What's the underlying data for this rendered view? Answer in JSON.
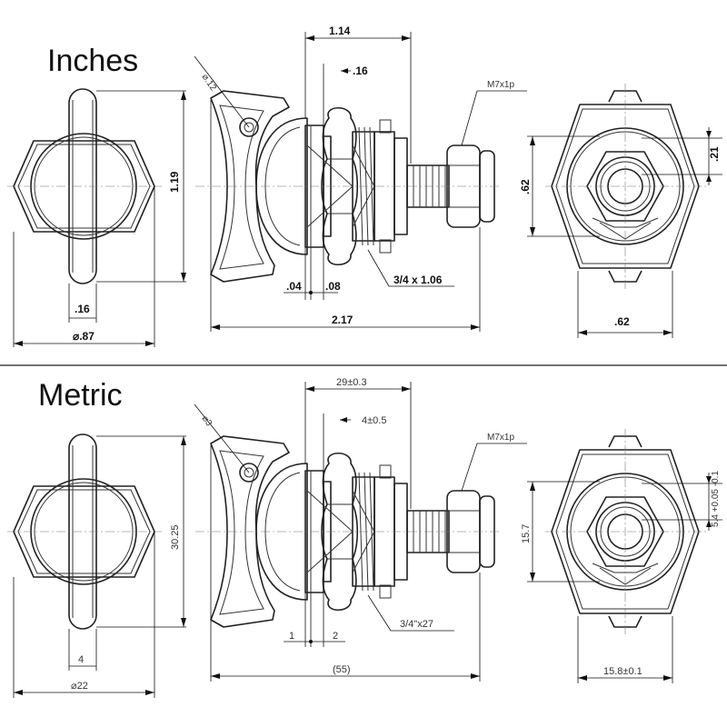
{
  "sections": [
    {
      "title": "Inches",
      "dims": {
        "phi_hole": "⌀.12",
        "overall_width": "1.14",
        "offset": ".16",
        "thread_spec": "M7x1p",
        "height": "1.19",
        "hex_depth": ".62",
        "nut_offset": ".21",
        "gap_left": ".04",
        "gap_right": ".08",
        "thread_size": "3/4 x 1.06",
        "front_thickness": ".16",
        "overall_length": "2.17",
        "hex_flat": ".62",
        "diameter": "⌀.87"
      }
    },
    {
      "title": "Metric",
      "dims": {
        "phi_hole": "⌀3",
        "overall_width": "29±0.3",
        "offset": "4±0.5",
        "thread_spec": "M7x1p",
        "height": "30.25",
        "hex_depth": "15.7",
        "nut_offset": "5.4 +0.05 -0.1",
        "gap_left": "1",
        "gap_right": "2",
        "thread_size": "3/4\"x27",
        "front_thickness": "4",
        "overall_length": "(55)",
        "hex_flat": "15.8±0.1",
        "diameter": "⌀22"
      }
    }
  ],
  "colors": {
    "line": "#222222",
    "background": "#ffffff"
  }
}
